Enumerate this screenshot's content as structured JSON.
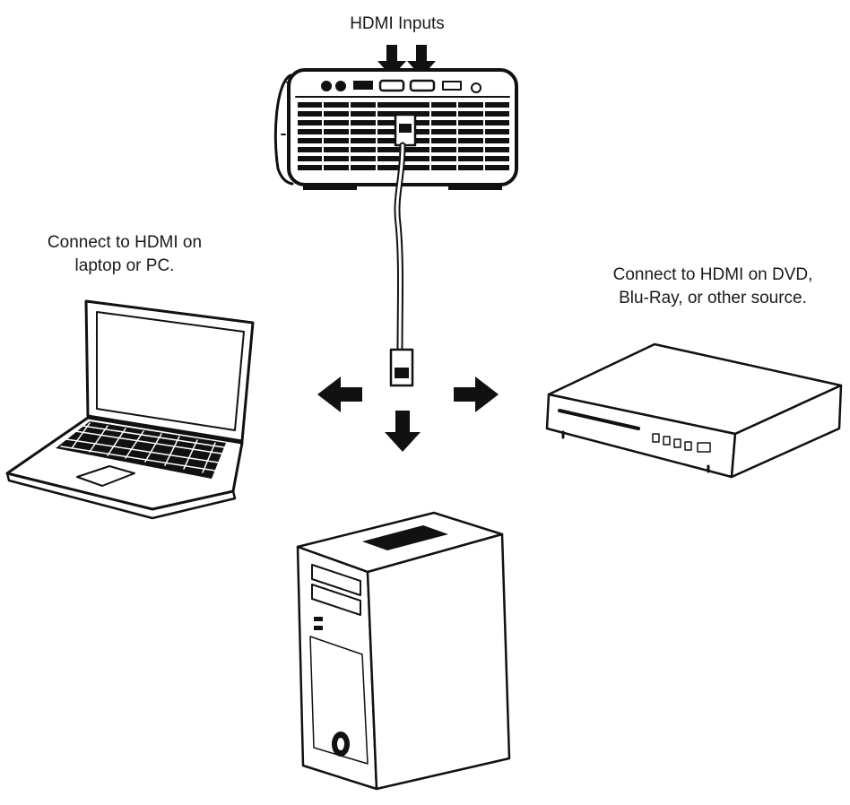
{
  "labels": {
    "hdmi_inputs": "HDMI Inputs",
    "laptop_line1": "Connect to HDMI on",
    "laptop_line2": "laptop or PC.",
    "dvd_line1": "Connect to HDMI on DVD,",
    "dvd_line2": "Blu-Ray, or other source."
  },
  "colors": {
    "ink": "#111111",
    "background": "#ffffff"
  },
  "icons": [
    "projector-icon",
    "hdmi-cable-icon",
    "laptop-icon",
    "dvd-player-icon",
    "desktop-tower-icon"
  ]
}
